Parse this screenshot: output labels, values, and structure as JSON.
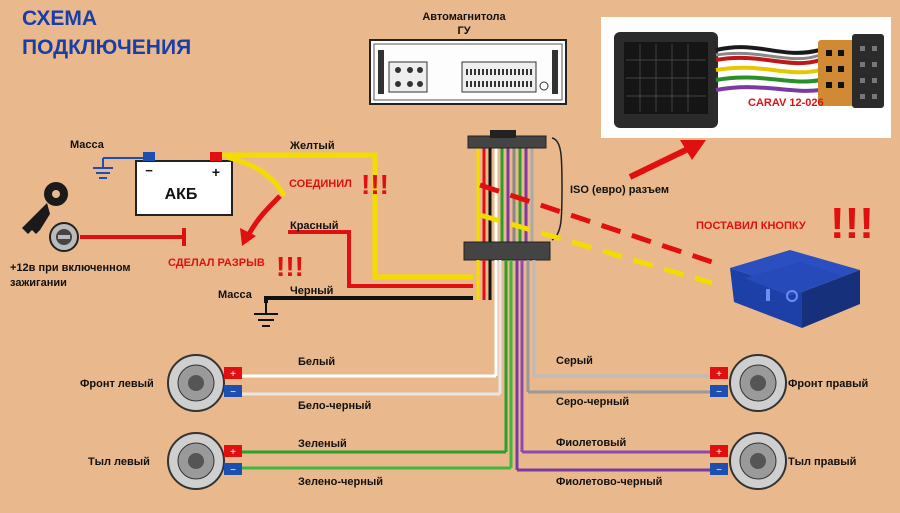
{
  "title_line1": "СХЕМА",
  "title_line2": "ПОДКЛЮЧЕНИЯ",
  "head_unit_line1": "Автомагнитола",
  "head_unit_line2": "ГУ",
  "photo_label": "CARAV 12-026",
  "mass_top": "Масса",
  "battery_label": "АКБ",
  "battery_plus": "+",
  "battery_minus": "−",
  "ignition_line1": "+12в при включенном",
  "ignition_line2": "зажигании",
  "wire_yellow": "Желтый",
  "wire_red": "Красный",
  "wire_black": "Черный",
  "mass_bottom": "Масса",
  "note_joined": "СОЕДИНИЛ",
  "note_joined_marks": "!!!",
  "note_break": "СДЕЛАЛ РАЗРЫВ",
  "note_break_marks": "!!!",
  "note_button": "ПОСТАВИЛ КНОПКУ",
  "note_button_marks": "!!!",
  "iso_label": "ISO (евро) разъем",
  "front_left": "Фронт левый",
  "front_right": "Фронт правый",
  "rear_left": "Тыл левый",
  "rear_right": "Тыл правый",
  "w_white": "Белый",
  "w_white_black": "Бело-черный",
  "w_green": "Зеленый",
  "w_green_black": "Зелено-черный",
  "w_grey": "Серый",
  "w_grey_black": "Серо-черный",
  "w_violet": "Фиолетовый",
  "w_violet_black": "Фиолетово-черный",
  "colors": {
    "background": "#e9b98d",
    "title": "#1a3ea8",
    "annotation": "#e01010",
    "yellow_wire": "#f4dc00",
    "red_wire": "#e01010",
    "switch_blue": "#1c3fa8"
  }
}
